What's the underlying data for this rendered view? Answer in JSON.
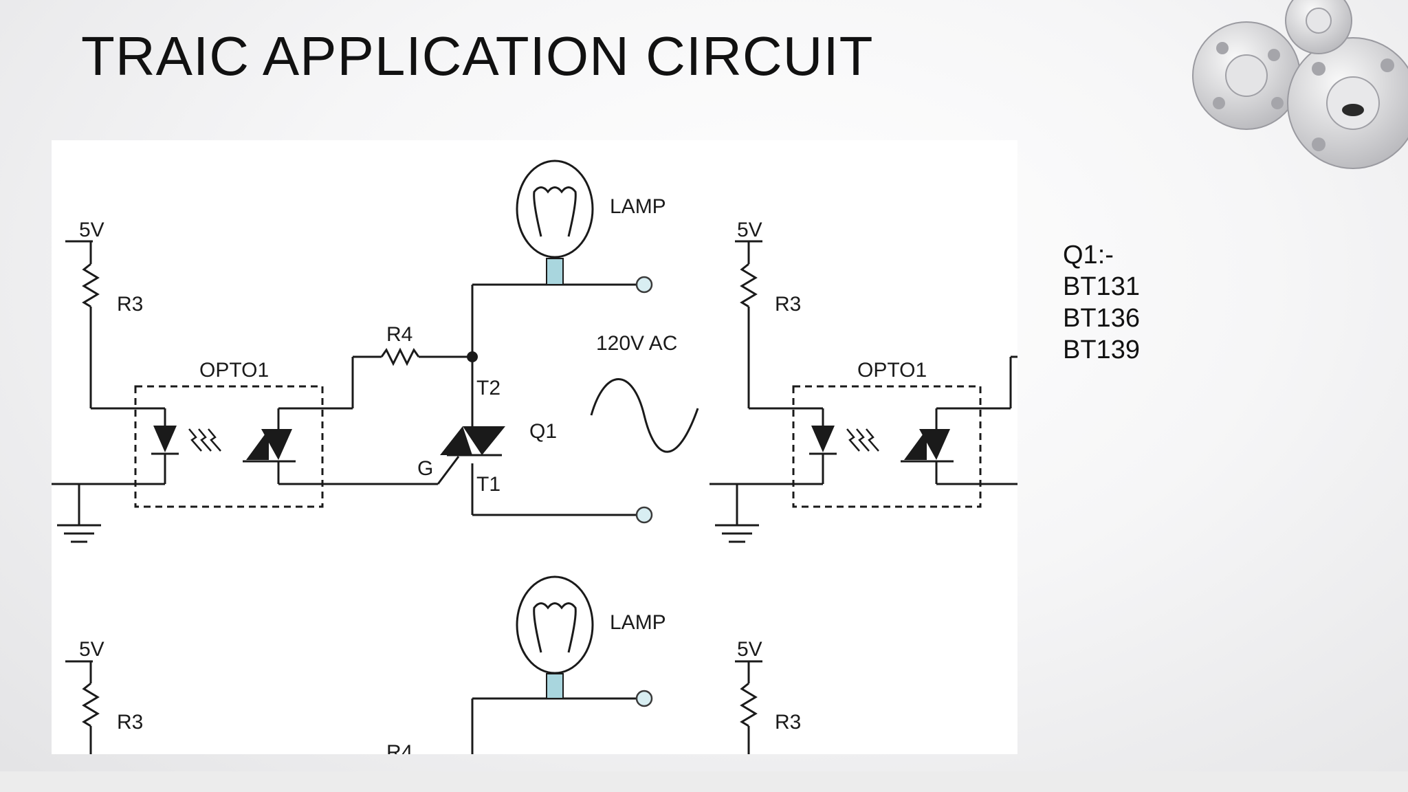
{
  "slide": {
    "title": "TRAIC APPLICATION CIRCUIT"
  },
  "circuit": {
    "supply_label": "5V",
    "pullup_resistor_label": "R3",
    "series_resistor_label": "R4",
    "optocoupler_label": "OPTO1",
    "lamp_label": "LAMP",
    "ac_source_label": "120V AC",
    "triac_label": "Q1",
    "terminal_t2_label": "T2",
    "terminal_t1_label": "T1",
    "gate_label": "G"
  },
  "parts": {
    "heading": "Q1:-",
    "options": [
      "BT131",
      "BT136",
      "BT139"
    ]
  },
  "colors": {
    "wire": "#1a1a1a",
    "lamp_base": "#a9d6de",
    "terminal": "#d8eef2"
  }
}
